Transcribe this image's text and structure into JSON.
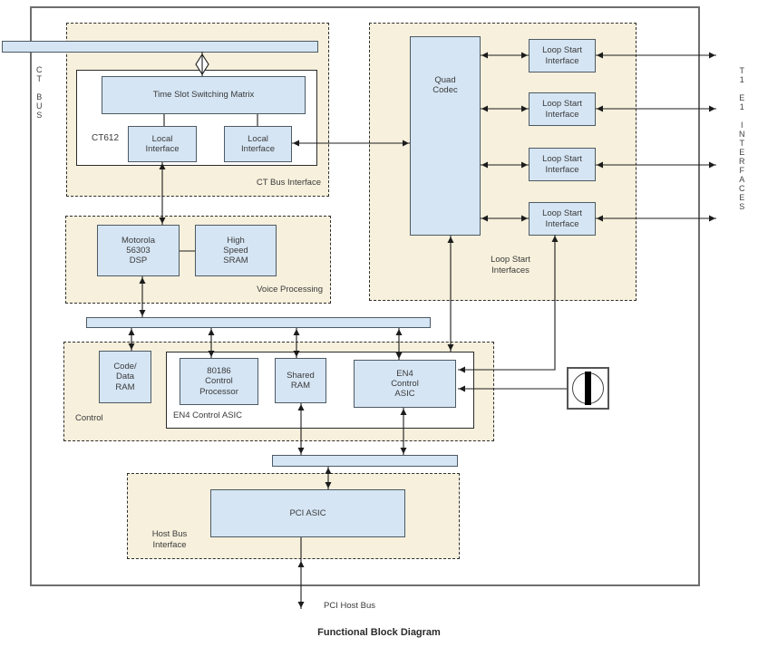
{
  "colors": {
    "panel_fill": "#f6f0dc",
    "block_fill": "#d5e5f4",
    "block_border": "#4e5a64",
    "line": "#1c1c1c",
    "outer_border": "#6e6e6e",
    "text": "#3a3a3a"
  },
  "side_labels": {
    "ct_bus": "C\nT\n\nB\nU\nS",
    "t1_e1": "T\n1\n\nE\n1\n\nI\nN\nT\nE\nR\nF\nA\nC\nE\nS"
  },
  "ct_bus_interface": {
    "section_label": "CT Bus Interface",
    "chip_label": "CT612",
    "matrix": "Time Slot Switching Matrix",
    "local_left": "Local\nInterface",
    "local_right": "Local\nInterface"
  },
  "loop_start": {
    "section_label": "Loop Start\nInterfaces",
    "quad_codec": "Quad\nCodec",
    "interfaces": [
      "Loop Start\nInterface",
      "Loop Start\nInterface",
      "Loop Start\nInterface",
      "Loop Start\nInterface"
    ]
  },
  "voice_processing": {
    "section_label": "Voice Processing",
    "dsp": "Motorola\n56303\nDSP",
    "sram": "High\nSpeed\nSRAM"
  },
  "control": {
    "section_label": "Control",
    "asic_container_label": "EN4 Control ASIC",
    "code_data_ram": "Code/\nData\nRAM",
    "processor": "80186\nControl\nProcessor",
    "shared_ram": "Shared\nRAM",
    "en4_asic": "EN4\nControl\nASIC"
  },
  "host_bus": {
    "section_label": "Host Bus\nInterface",
    "pci_asic": "PCI ASIC"
  },
  "footer": {
    "pci_host_bus": "PCI Host Bus",
    "title": "Functional Block Diagram"
  },
  "icons": {
    "bus_tap": "diamond-bus-tap-icon",
    "oscillator": "crystal-oscillator-icon"
  }
}
